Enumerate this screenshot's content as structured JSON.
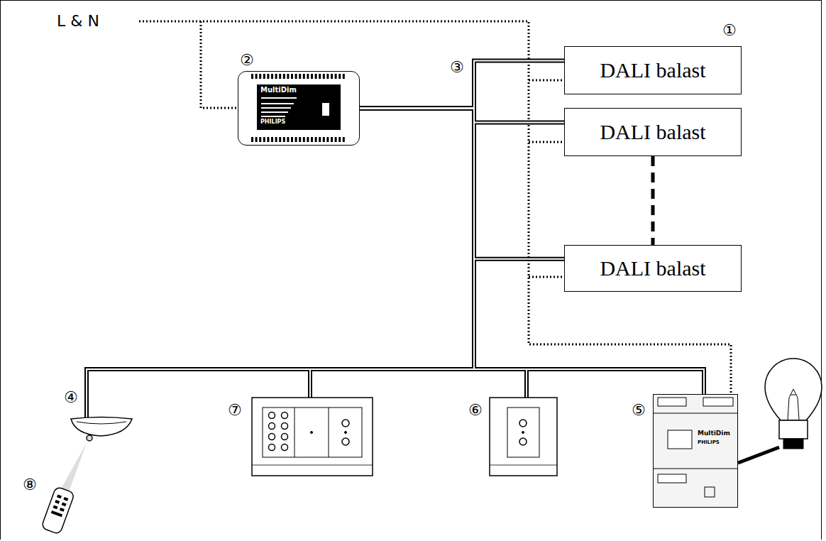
{
  "diagram": {
    "nodes": [
      {
        "text": [
          "DALI balast"
        ]
      },
      {
        "text": [
          "DALI balast"
        ]
      },
      {
        "text": [
          "DALI balast"
        ]
      },
      {
        "text": [
          "MultiDim",
          "PHILIPS"
        ]
      },
      {
        "text": [
          "MultiDim",
          "PHILIPS"
        ]
      }
    ],
    "edges": [
      {
        "from": 3,
        "to": 0,
        "arrow": "none"
      },
      {
        "from": 3,
        "to": 1,
        "arrow": "none"
      },
      {
        "from": 3,
        "to": 2,
        "arrow": "none"
      },
      {
        "from": 1,
        "to": 2,
        "arrow": "none"
      },
      {
        "from": 3,
        "to": 4,
        "arrow": "none"
      }
    ],
    "labels": [
      "L & N",
      "①",
      "②",
      "③",
      "④",
      "⑤",
      "⑥",
      "⑦",
      "⑧"
    ]
  }
}
